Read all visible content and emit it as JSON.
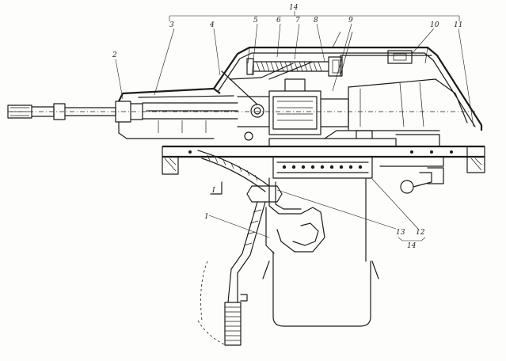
{
  "callouts": {
    "c1": "1",
    "c2": "2",
    "c3": "3",
    "c4": "4",
    "c5": "5",
    "c6": "6",
    "c7": "7",
    "c8": "8",
    "c9": "9",
    "c10": "10",
    "c11": "11",
    "c12": "12",
    "c13": "13",
    "c14_top": "14",
    "c14_bottom": "14",
    "section_mark": "I"
  }
}
